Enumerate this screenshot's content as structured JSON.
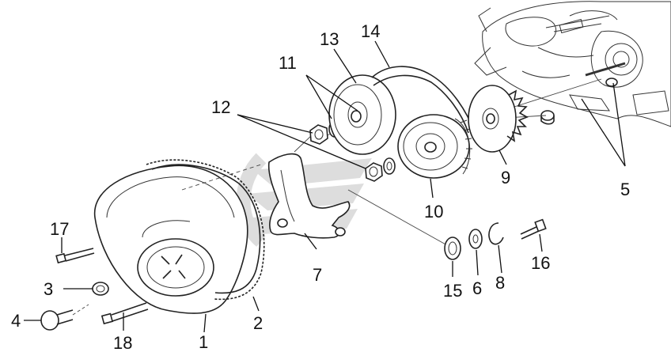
{
  "diagram": {
    "callouts": [
      {
        "id": "1",
        "label": "1"
      },
      {
        "id": "2",
        "label": "2"
      },
      {
        "id": "3",
        "label": "3"
      },
      {
        "id": "4",
        "label": "4"
      },
      {
        "id": "5",
        "label": "5"
      },
      {
        "id": "6",
        "label": "6"
      },
      {
        "id": "7",
        "label": "7"
      },
      {
        "id": "8",
        "label": "8"
      },
      {
        "id": "9",
        "label": "9"
      },
      {
        "id": "10",
        "label": "10"
      },
      {
        "id": "11",
        "label": "11"
      },
      {
        "id": "12",
        "label": "12"
      },
      {
        "id": "13",
        "label": "13"
      },
      {
        "id": "14",
        "label": "14"
      },
      {
        "id": "15",
        "label": "15"
      },
      {
        "id": "16",
        "label": "16"
      },
      {
        "id": "17",
        "label": "17"
      },
      {
        "id": "18",
        "label": "18"
      }
    ],
    "watermark": "logo"
  }
}
